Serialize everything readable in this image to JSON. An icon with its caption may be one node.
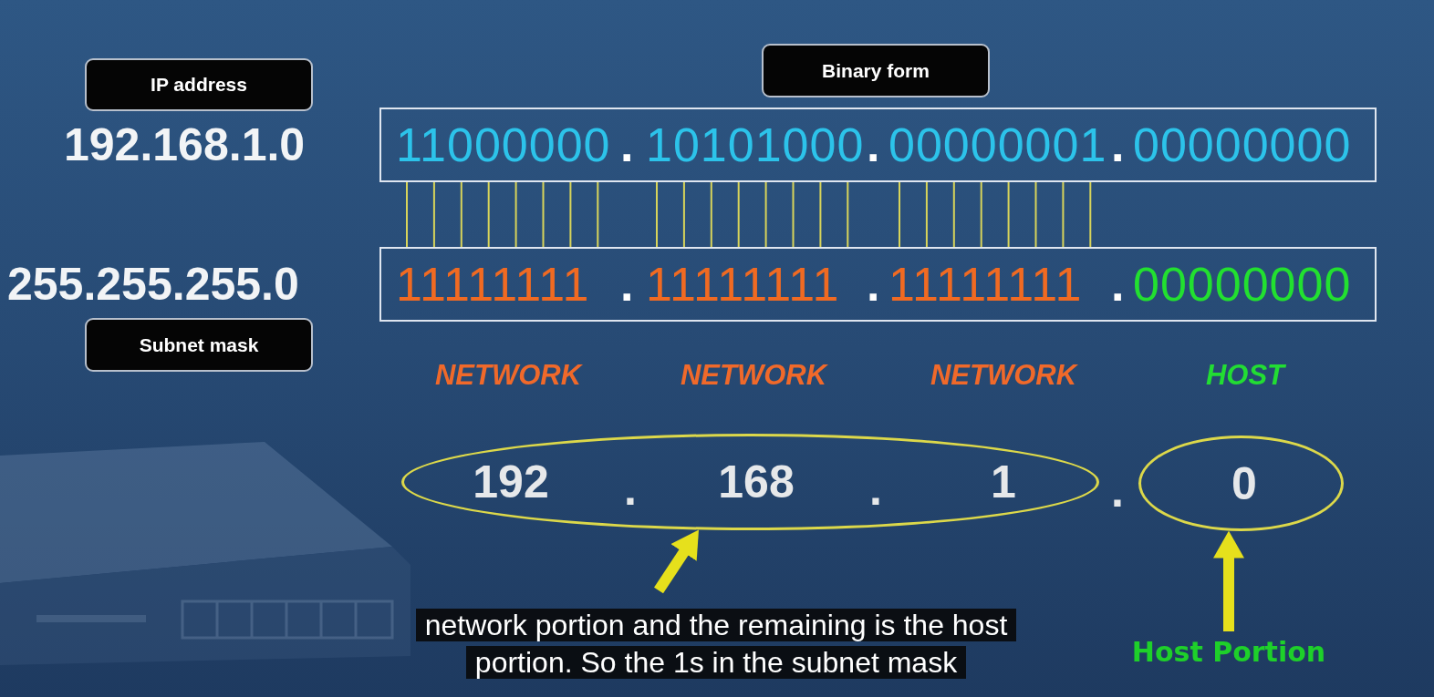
{
  "diagram": {
    "nodes": [
      {
        "text": [
          "IP address"
        ]
      },
      {
        "text": [
          "Binary form"
        ]
      },
      {
        "text": [
          "11000000",
          ".",
          "10101000",
          ".",
          "00000001",
          ".",
          "00000000"
        ]
      },
      {
        "text": [
          "11111111",
          ".",
          "11111111",
          ".",
          "11111111",
          ".",
          "00000000"
        ]
      },
      {
        "text": [
          "Subnet mask"
        ]
      },
      {
        "text": [
          "192",
          ".",
          "168",
          ".",
          "1"
        ]
      },
      {
        "text": [
          "0"
        ]
      },
      {
        "text": [
          "Host Portion"
        ]
      }
    ],
    "edges": [
      {
        "from": 2,
        "to": 3,
        "arrow": "none"
      },
      {
        "from": 2,
        "to": 3,
        "arrow": "none"
      },
      {
        "from": 2,
        "to": 3,
        "arrow": "none"
      },
      {
        "from": 2,
        "to": 3,
        "arrow": "none"
      },
      {
        "from": 2,
        "to": 3,
        "arrow": "none"
      },
      {
        "from": 2,
        "to": 3,
        "arrow": "none"
      },
      {
        "from": 2,
        "to": 3,
        "arrow": "none"
      },
      {
        "from": 2,
        "to": 3,
        "arrow": "none"
      },
      {
        "from": 2,
        "to": 3,
        "arrow": "none"
      },
      {
        "from": 2,
        "to": 3,
        "arrow": "none"
      },
      {
        "from": 2,
        "to": 3,
        "arrow": "none"
      },
      {
        "from": 2,
        "to": 3,
        "arrow": "none"
      },
      {
        "from": 2,
        "to": 3,
        "arrow": "none"
      },
      {
        "from": 2,
        "to": 3,
        "arrow": "none"
      },
      {
        "from": 2,
        "to": 3,
        "arrow": "none"
      },
      {
        "from": 2,
        "to": 3,
        "arrow": "none"
      },
      {
        "from": 2,
        "to": 3,
        "arrow": "none"
      },
      {
        "from": 2,
        "to": 3,
        "arrow": "none"
      },
      {
        "from": 2,
        "to": 3,
        "arrow": "none"
      },
      {
        "from": 2,
        "to": 3,
        "arrow": "none"
      },
      {
        "from": 2,
        "to": 3,
        "arrow": "none"
      },
      {
        "from": 2,
        "to": 3,
        "arrow": "none"
      },
      {
        "from": 2,
        "to": 3,
        "arrow": "none"
      },
      {
        "from": 2,
        "to": 3,
        "arrow": "none"
      },
      {
        "from": null,
        "to": 5,
        "arrow": "to",
        "style": "thick",
        "color": "#e6e01c"
      },
      {
        "from": 7,
        "to": 6,
        "arrow": "to",
        "style": "thick",
        "color": "#e6e01c"
      }
    ],
    "labels": [
      "192.168.1.0",
      "255.255.255.0",
      "NETWORK",
      "NETWORK",
      "NETWORK",
      "HOST",
      ".",
      "network portion and the remaining is the host portion. So the 1s in the subnet mask"
    ]
  }
}
